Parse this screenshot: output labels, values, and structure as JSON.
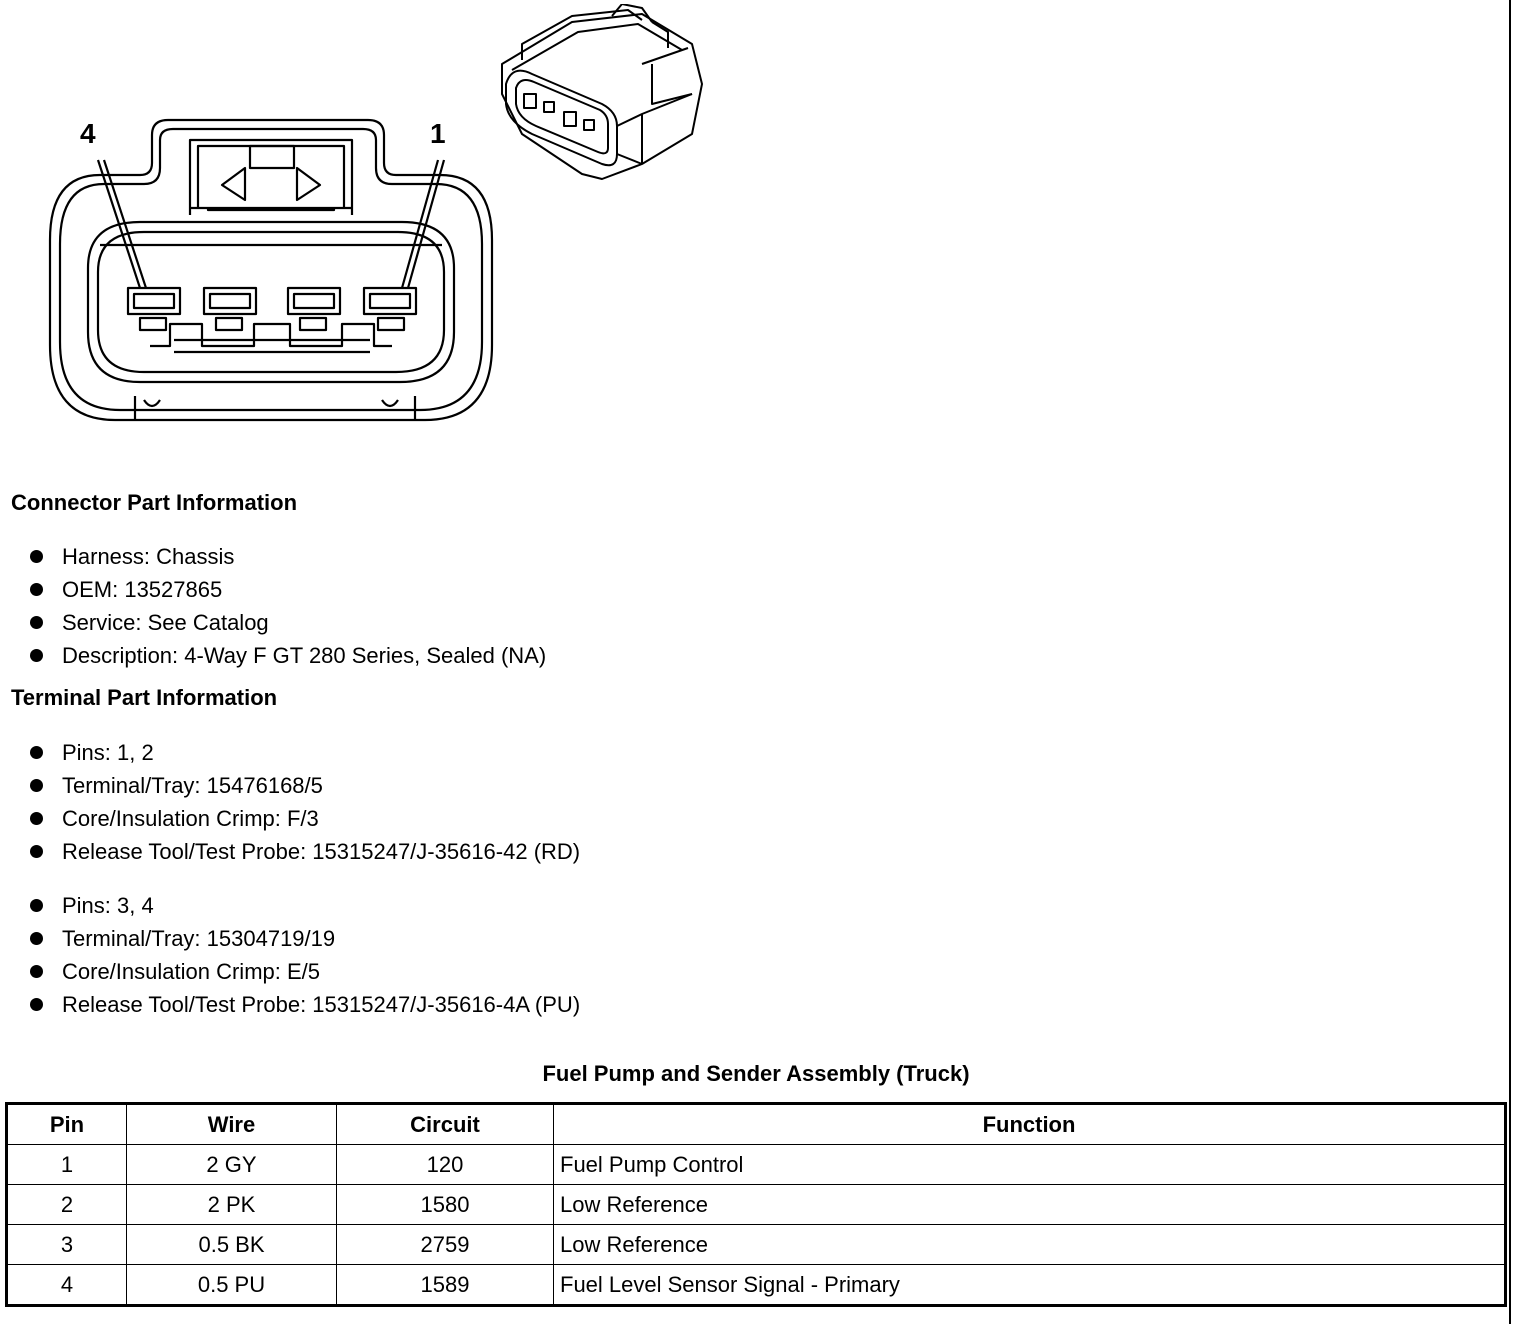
{
  "diagram": {
    "pin_labels": {
      "left": "4",
      "right": "1"
    }
  },
  "connector_info": {
    "title": "Connector Part Information",
    "items": [
      "Harness: Chassis",
      "OEM: 13527865",
      "Service: See Catalog",
      "Description: 4-Way F GT 280 Series, Sealed (NA)"
    ]
  },
  "terminal_info": {
    "title": "Terminal Part Information",
    "group1": [
      "Pins: 1, 2",
      "Terminal/Tray: 15476168/5",
      "Core/Insulation Crimp: F/3",
      "Release Tool/Test Probe: 15315247/J-35616-42 (RD)"
    ],
    "group2": [
      "Pins: 3, 4",
      "Terminal/Tray: 15304719/19",
      "Core/Insulation Crimp: E/5",
      "Release Tool/Test Probe: 15315247/J-35616-4A (PU)"
    ]
  },
  "table": {
    "title": "Fuel Pump and Sender Assembly (Truck)",
    "headers": [
      "Pin",
      "Wire",
      "Circuit",
      "Function"
    ],
    "rows": [
      [
        "1",
        "2 GY",
        "120",
        "Fuel Pump Control"
      ],
      [
        "2",
        "2 PK",
        "1580",
        "Low Reference"
      ],
      [
        "3",
        "0.5 BK",
        "2759",
        "Low Reference"
      ],
      [
        "4",
        "0.5 PU",
        "1589",
        "Fuel Level Sensor Signal - Primary"
      ]
    ]
  }
}
